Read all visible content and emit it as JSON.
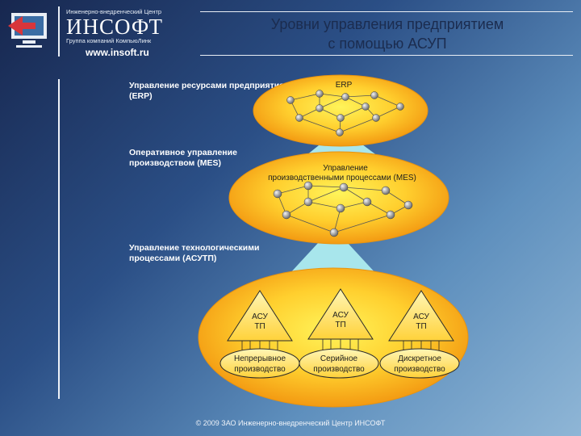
{
  "logo": {
    "tagline": "Инженерно-внедренческий Центр",
    "name": "ИНСОФТ",
    "group": "Группа компаний КомпьюЛинк",
    "url": "www.insoft.ru"
  },
  "slide": {
    "title_line1": "Уровни управления предприятием",
    "title_line2": "с помощью АСУП"
  },
  "levels": {
    "erp_label": "Управление ресурсами предприятия (ERP)",
    "mes_label": "Оперативное управление производством (MES)",
    "asutp_label": "Управление технологическими процессами (АСУТП)"
  },
  "diagram": {
    "erp_tag": "ERP",
    "mes_tag_line1": "Управление",
    "mes_tag_line2": "производственными процессами (MES)",
    "triangles": [
      {
        "line1": "АСУ",
        "line2": "ТП"
      },
      {
        "line1": "АСУ",
        "line2": "ТП"
      },
      {
        "line1": "АСУ",
        "line2": "ТП"
      }
    ],
    "productions": [
      {
        "line1": "Непрерывное",
        "line2": "производство"
      },
      {
        "line1": "Серийное",
        "line2": "производство"
      },
      {
        "line1": "Дискретное",
        "line2": "производство"
      }
    ]
  },
  "footer": {
    "copyright": "© 2009 ЗАО Инженерно-внедренческий Центр ИНСОФТ"
  },
  "colors": {
    "ellipse_center": "#fff45a",
    "ellipse_edge": "#f39a12",
    "connector": "#a8e6ec"
  }
}
